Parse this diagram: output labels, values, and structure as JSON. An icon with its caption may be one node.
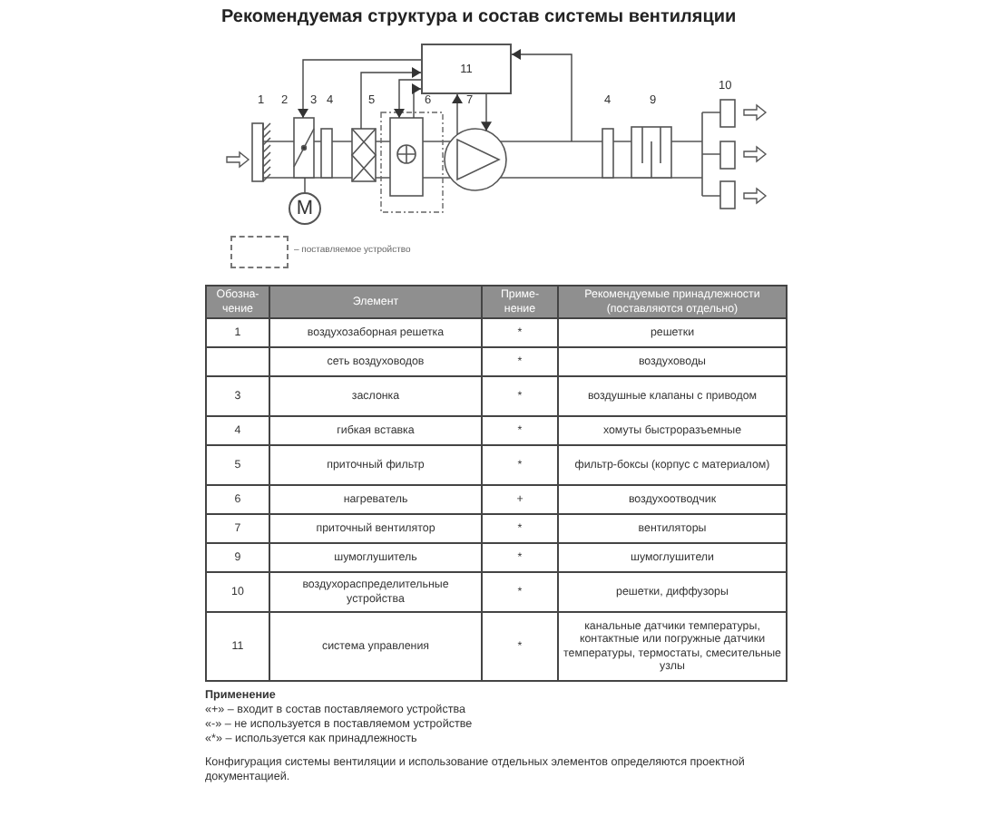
{
  "diagram": {
    "title": "Рекомендуемая структура и состав системы вентиляции",
    "nodes": [
      {
        "text": [
          "11"
        ]
      },
      {
        "text": [],
        "shape": "box"
      },
      {
        "text": [],
        "shape": "box"
      },
      {
        "text": [],
        "shape": "box"
      },
      {
        "text": [],
        "shape": "circle"
      },
      {
        "text": [
          "M"
        ]
      }
    ],
    "edges": [
      {
        "from": 0,
        "to": 1,
        "arrow": "to"
      },
      {
        "from": 2,
        "to": 0,
        "arrow": "to"
      },
      {
        "from": 0,
        "to": 3,
        "arrow": "to"
      },
      {
        "from": 3,
        "to": 0,
        "arrow": "to"
      },
      {
        "from": 4,
        "to": 0,
        "arrow": "to"
      },
      {
        "from": 0,
        "to": 4,
        "arrow": "to"
      },
      {
        "from": null,
        "to": 0,
        "arrow": "to"
      },
      {
        "from": 1,
        "to": 5,
        "arrow": "none"
      }
    ],
    "labels": [
      "1",
      "2",
      "3",
      "4",
      "5",
      "6",
      "7",
      "4",
      "9",
      "10",
      "Обозна-чение",
      "Элемент",
      "Приме-нение",
      "Рекомендуемые принадлежности (поставляются отдельно)",
      "1",
      "воздухозаборная решетка",
      "*",
      "решетки",
      "сеть воздуховодов",
      "*",
      "воздуховоды",
      "3",
      "заслонка",
      "*",
      "воздушные клапаны с приводом",
      "4",
      "гибкая вставка",
      "*",
      "хомуты быстроразъемные",
      "5",
      "приточный фильтр",
      "*",
      "фильтр-боксы (корпус с материалом)",
      "6",
      "нагреватель",
      "+",
      "воздухоотводчик",
      "7",
      "приточный вентилятор",
      "*",
      "вентиляторы",
      "9",
      "шумоглушитель",
      "*",
      "шумоглушители",
      "10",
      "воздухораспределительные устройства",
      "*",
      "решетки, диффузоры",
      "11",
      "система управления",
      "*",
      "канальные датчики температуры, контактные или погружные датчики температуры, термостаты, смесительные узлы",
      "Применение",
      "«+» – входит в состав поставляемого устройства",
      "«-» – не используется в поставляемом устройстве",
      "«*» – используется как принадлежность",
      "Конфигурация системы вентиляции и использование отдельных элементов определяются проектной документацией."
    ],
    "legend": [
      {
        "text": "– поставляемое устройство"
      }
    ]
  }
}
